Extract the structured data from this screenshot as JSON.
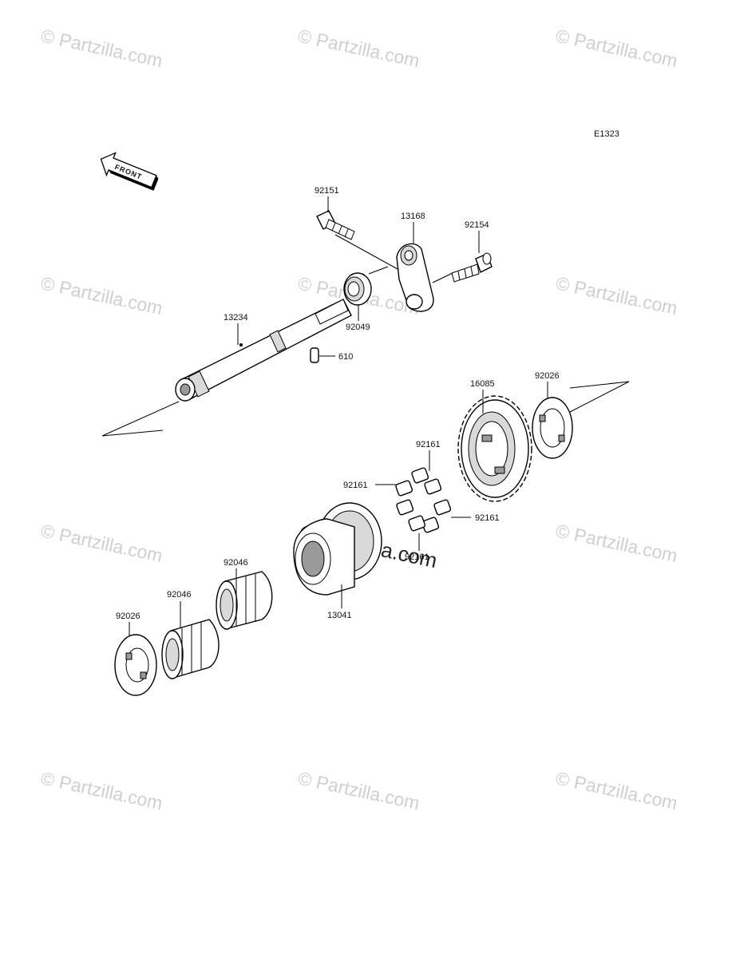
{
  "diagram_code": "E1323",
  "front_marker": "FRONT",
  "watermark": "© Partzilla.com",
  "watermark_center": "© Partzilla.com",
  "parts": [
    {
      "id": "p92151",
      "number": "92151"
    },
    {
      "id": "p13168",
      "number": "13168"
    },
    {
      "id": "p92154",
      "number": "92154"
    },
    {
      "id": "p92049",
      "number": "92049"
    },
    {
      "id": "p13234",
      "number": "13234"
    },
    {
      "id": "p610",
      "number": "610"
    },
    {
      "id": "p16085",
      "number": "16085"
    },
    {
      "id": "p92026a",
      "number": "92026"
    },
    {
      "id": "p92161a",
      "number": "92161"
    },
    {
      "id": "p92161b",
      "number": "92161"
    },
    {
      "id": "p92161c",
      "number": "92161"
    },
    {
      "id": "p92161d",
      "number": "92161"
    },
    {
      "id": "p13041",
      "number": "13041"
    },
    {
      "id": "p92046a",
      "number": "92046"
    },
    {
      "id": "p92046b",
      "number": "92046"
    },
    {
      "id": "p92026b",
      "number": "92026"
    }
  ]
}
